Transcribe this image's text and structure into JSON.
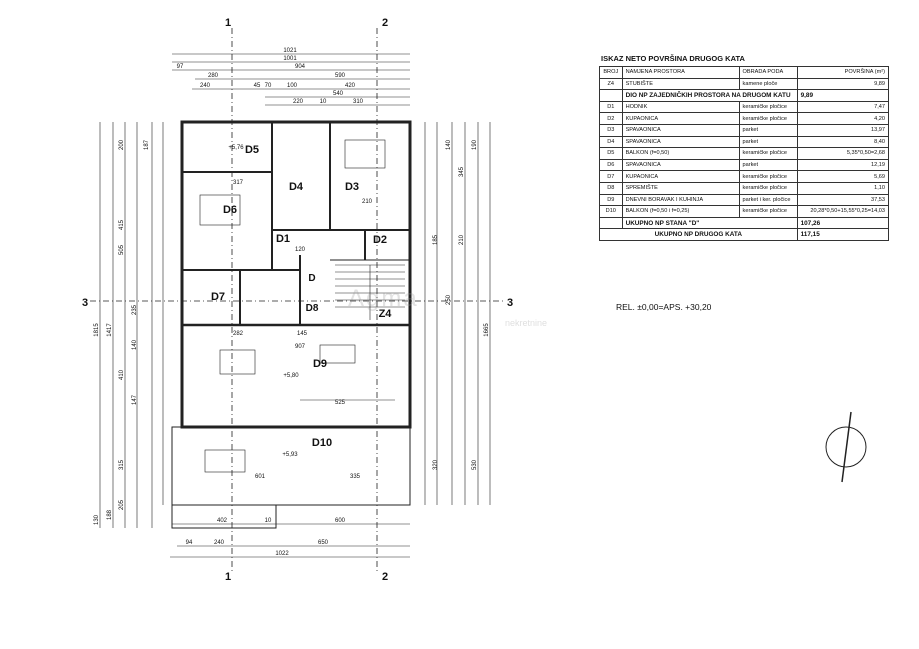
{
  "table": {
    "title": "ISKAZ NETO POVRŠINA DRUGOG KATA",
    "headers": [
      "BROJ",
      "NAMJENA PROSTORA",
      "OBRADA PODA",
      "POVRŠINA (m²)"
    ],
    "rows": [
      [
        "Z4",
        "STUBIŠTE",
        "kamene ploče",
        "9,89"
      ],
      [
        "",
        "DIO NP ZAJEDNIČKIH PROSTORA NA DRUGOM KATU",
        "",
        "9,89"
      ],
      [
        "D1",
        "HODNIK",
        "keramičke pločice",
        "7,47"
      ],
      [
        "D2",
        "KUPAONICA",
        "keramičke pločice",
        "4,20"
      ],
      [
        "D3",
        "SPAVAONICA",
        "parket",
        "13,97"
      ],
      [
        "D4",
        "SPAVAONICA",
        "parket",
        "8,40"
      ],
      [
        "D5",
        "BALKON (f=0,50)",
        "keramičke pločice",
        "5,35*0,50=2,68"
      ],
      [
        "D6",
        "SPAVAONICA",
        "parket",
        "12,19"
      ],
      [
        "D7",
        "KUPAONICA",
        "keramičke pločice",
        "5,69"
      ],
      [
        "D8",
        "SPREMIŠTE",
        "keramičke pločice",
        "1,10"
      ],
      [
        "D9",
        "DNEVNI BORAVAK I KUHINJA",
        "parket i ker. pločice",
        "37,53"
      ],
      [
        "D10",
        "BALKON (f=0,50 i f=0,25)",
        "keramičke pločice",
        "20,28*0,50+15,55*0,25=14,03"
      ]
    ],
    "total_unit_label": "UKUPNO NP STANA \"D\"",
    "total_unit_value": "107,26",
    "total_floor_label": "UKUPNO NP DRUGOG KATA",
    "total_floor_value": "117,15"
  },
  "elevation_note": "REL. ±0,00=APS. +30,20",
  "watermark": "Agma",
  "watermark_sub": "nekretnine",
  "plan": {
    "rooms": [
      "D5",
      "D4",
      "D3",
      "D6",
      "D1",
      "D2",
      "D",
      "D7",
      "D8",
      "Z4",
      "D9",
      "D10"
    ],
    "levels": [
      "+5,76",
      "+5,80",
      "+5,93"
    ],
    "section_marks": [
      "1",
      "2",
      "1",
      "2",
      "3",
      "3"
    ],
    "top_dims": [
      "1021",
      "1001",
      "97",
      "904",
      "280",
      "590",
      "240",
      "45",
      "70",
      "100",
      "420",
      "540",
      "220",
      "10",
      "310"
    ],
    "bottom_dims": [
      "402",
      "10",
      "600",
      "94",
      "240",
      "650",
      "1022"
    ],
    "left_dims": [
      "1815",
      "1417",
      "505",
      "415",
      "410",
      "315",
      "205",
      "187",
      "147",
      "140",
      "235",
      "200",
      "188",
      "130"
    ],
    "right_dims": [
      "1665",
      "530",
      "345",
      "210",
      "190",
      "140",
      "320",
      "250",
      "185"
    ],
    "inner_dims": [
      "317",
      "282",
      "907",
      "525",
      "601",
      "335",
      "120",
      "210",
      "145"
    ]
  }
}
